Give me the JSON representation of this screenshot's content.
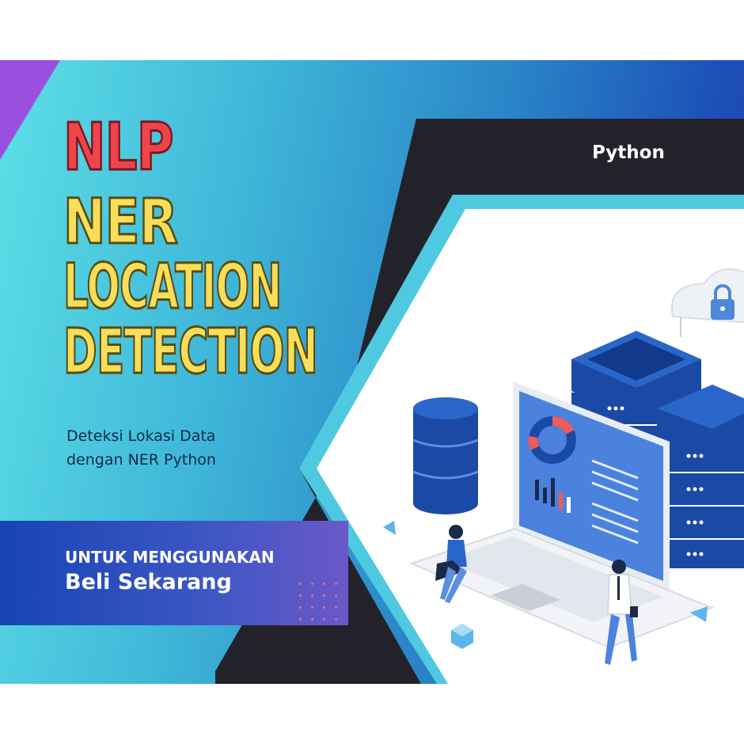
{
  "title": {
    "line1": "NLP",
    "line2": "NER",
    "line3": "LOCATION",
    "line4": "DETECTION"
  },
  "subtitle": {
    "line1": "Deteksi Lokasi Data",
    "line2": "dengan NER Python"
  },
  "tag": "Python",
  "cta": {
    "caption": "UNTUK MENGGUNAKAN",
    "button_label": "Beli Sekarang"
  },
  "illustration": {
    "icons": [
      "cloud-lock-icon",
      "server-rack-icon",
      "database-icon",
      "laptop-icon",
      "donut-chart-icon",
      "bar-chart-icon",
      "person-icon",
      "cube-icon"
    ]
  },
  "colors": {
    "title_red": "#f0444b",
    "title_yellow": "#f8de5a",
    "dark_panel": "#23222b",
    "server_blue": "#1b4aa6",
    "cta_blue": "#1844b4"
  }
}
